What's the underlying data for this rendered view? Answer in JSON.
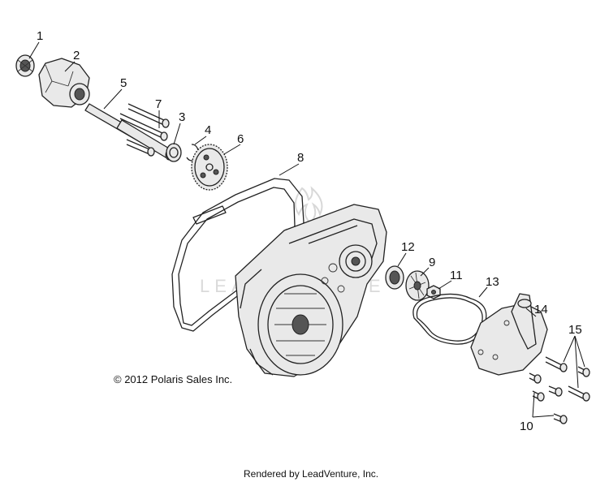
{
  "callouts": {
    "c1": "1",
    "c2": "2",
    "c3": "3",
    "c4": "4",
    "c5": "5",
    "c6": "6",
    "c7": "7",
    "c8": "8",
    "c9": "9",
    "c10": "10",
    "c11": "11",
    "c12": "12",
    "c13": "13",
    "c14": "14",
    "c15": "15"
  },
  "copyright": "© 2012 Polaris Sales Inc.",
  "footer": "Rendered by LeadVenture, Inc.",
  "watermark": "LEADVENTURE"
}
